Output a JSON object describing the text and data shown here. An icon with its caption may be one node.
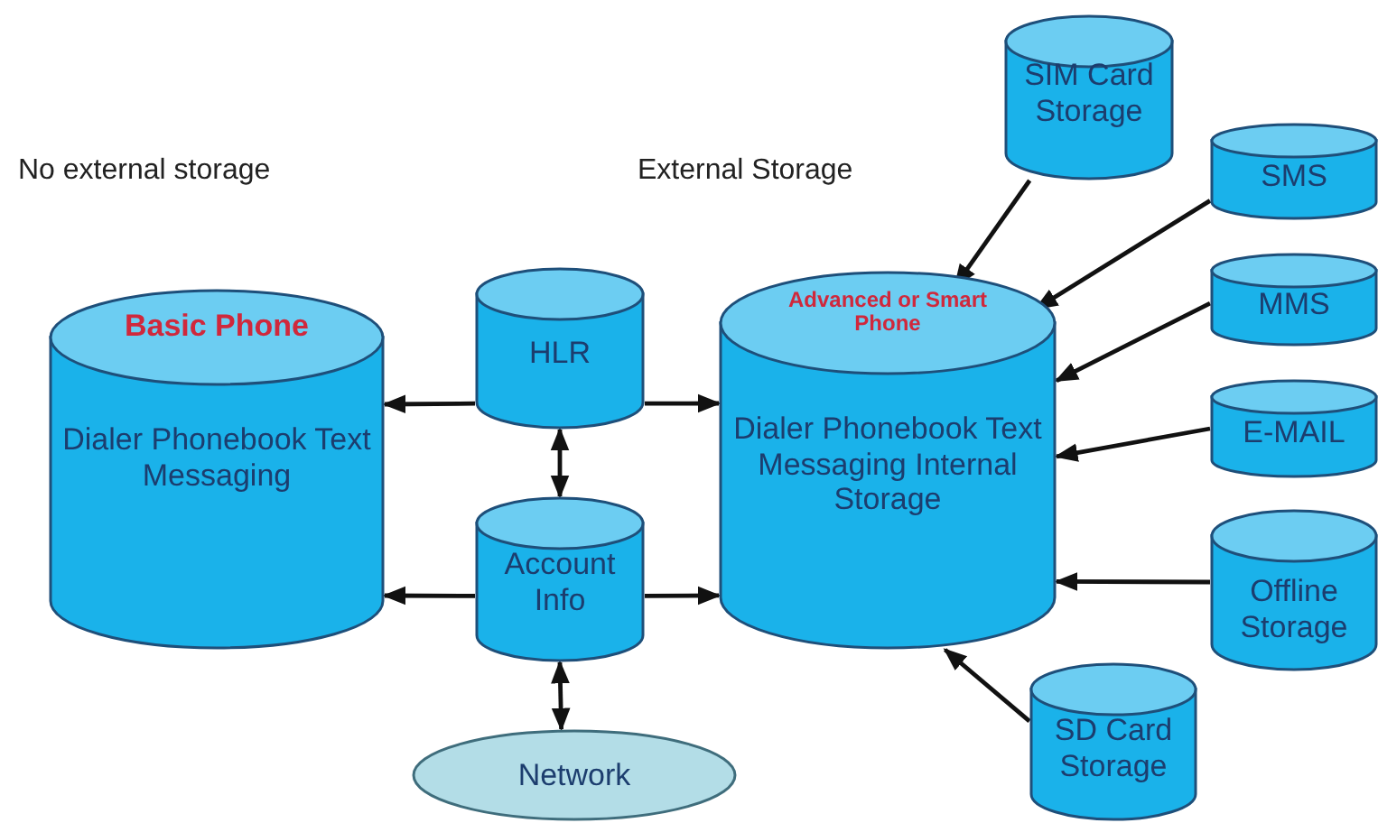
{
  "diagram": {
    "nodes": [
      {
        "text": [
          "Basic Phone",
          "Dialer Phonebook Text Messaging"
        ]
      },
      {
        "text": [
          "HLR"
        ]
      },
      {
        "text": [
          "Account Info"
        ]
      },
      {
        "text": [
          "Network"
        ]
      },
      {
        "text": [
          "Advanced or Smart Phone",
          "Dialer Phonebook Text Messaging Internal Storage"
        ]
      },
      {
        "text": [
          "SIM Card Storage"
        ]
      },
      {
        "text": [
          "SMS"
        ]
      },
      {
        "text": [
          "MMS"
        ]
      },
      {
        "text": [
          "E-MAIL"
        ]
      },
      {
        "text": [
          "Offline Storage"
        ]
      },
      {
        "text": [
          "SD Card Storage"
        ]
      }
    ],
    "edges": [
      {
        "from": 1,
        "to": 0,
        "arrow": "to"
      },
      {
        "from": 1,
        "to": 4,
        "arrow": "to"
      },
      {
        "from": 2,
        "to": 0,
        "arrow": "to"
      },
      {
        "from": 2,
        "to": 4,
        "arrow": "to"
      },
      {
        "from": 1,
        "to": 2,
        "arrow": "both"
      },
      {
        "from": 2,
        "to": 3,
        "arrow": "both"
      },
      {
        "from": 5,
        "to": 4,
        "arrow": "to"
      },
      {
        "from": 6,
        "to": 4,
        "arrow": "to"
      },
      {
        "from": 7,
        "to": 4,
        "arrow": "to"
      },
      {
        "from": 8,
        "to": 4,
        "arrow": "to"
      },
      {
        "from": 9,
        "to": 4,
        "arrow": "to"
      },
      {
        "from": 10,
        "to": 4,
        "arrow": "to"
      }
    ],
    "labels": [
      "No external storage",
      "External Storage"
    ]
  }
}
